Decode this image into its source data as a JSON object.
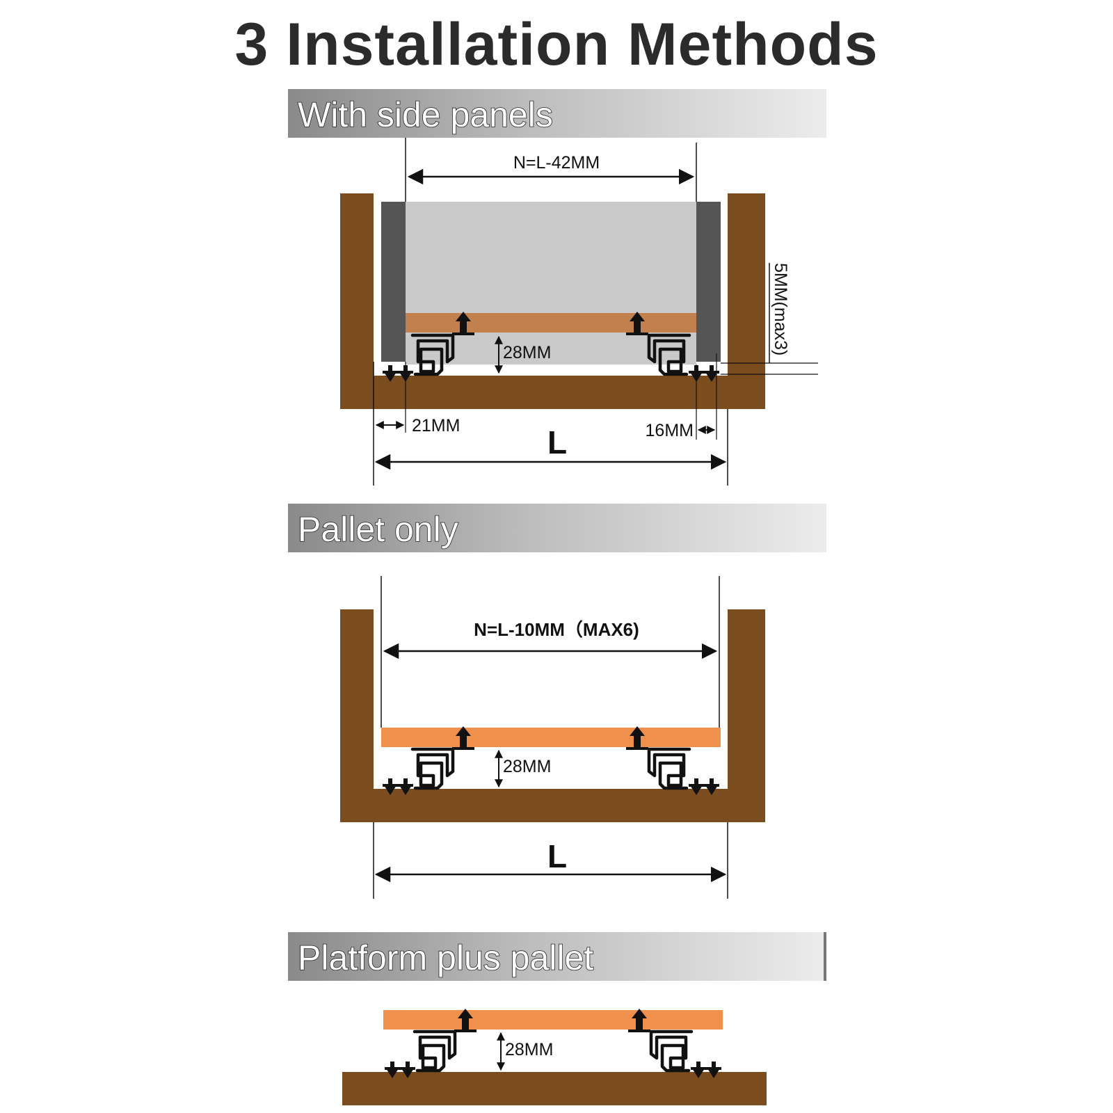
{
  "title": "3 Installation Methods",
  "colors": {
    "wood": "#7b4d1e",
    "side_panel": "#555555",
    "drawer_body": "#c9c9c9",
    "board_with_panels": "#c1804e",
    "board_pallet": "#f0904d",
    "line": "#111111"
  },
  "sections": [
    {
      "heading": "With side panels",
      "width_label": "N=L-42MM",
      "height_label": "28MM",
      "gap_label": "5MM(max3)",
      "left_clearance": "21MM",
      "right_clearance": "16MM",
      "length_label": "L"
    },
    {
      "heading": "Pallet only",
      "width_label": "N=L-10MM（MAX6)",
      "height_label": "28MM",
      "length_label": "L"
    },
    {
      "heading": "Platform plus pallet",
      "height_label": "28MM"
    }
  ]
}
